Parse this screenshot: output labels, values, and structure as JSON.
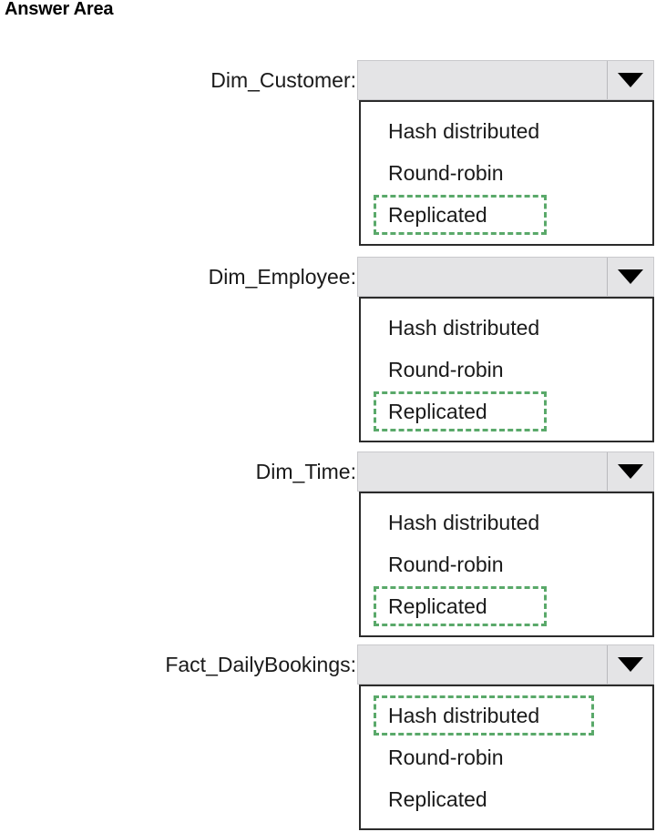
{
  "page": {
    "title": "Answer Area",
    "accent_green": "#5aa96a",
    "combo_background": "#e4e4e6",
    "list_border": "#2b2b2b",
    "text_color": "#1a1a1a"
  },
  "rows": [
    {
      "label": "Dim_Customer:",
      "selected_value": "",
      "dropdown_open": true,
      "arrow_icon": "chevron-down-icon",
      "options": [
        {
          "label": "Hash distributed",
          "highlighted": false
        },
        {
          "label": "Round-robin",
          "highlighted": false
        },
        {
          "label": "Replicated",
          "highlighted": true
        }
      ]
    },
    {
      "label": "Dim_Employee:",
      "selected_value": "",
      "dropdown_open": true,
      "arrow_icon": "chevron-down-icon",
      "options": [
        {
          "label": "Hash distributed",
          "highlighted": false
        },
        {
          "label": "Round-robin",
          "highlighted": false
        },
        {
          "label": "Replicated",
          "highlighted": true
        }
      ]
    },
    {
      "label": "Dim_Time:",
      "selected_value": "",
      "dropdown_open": true,
      "arrow_icon": "chevron-down-icon",
      "options": [
        {
          "label": "Hash distributed",
          "highlighted": false
        },
        {
          "label": "Round-robin",
          "highlighted": false
        },
        {
          "label": "Replicated",
          "highlighted": true
        }
      ]
    },
    {
      "label": "Fact_DailyBookings:",
      "selected_value": "",
      "dropdown_open": true,
      "arrow_icon": "chevron-down-icon",
      "options": [
        {
          "label": "Hash distributed",
          "highlighted": true
        },
        {
          "label": "Round-robin",
          "highlighted": false
        },
        {
          "label": "Replicated",
          "highlighted": false
        }
      ]
    }
  ]
}
